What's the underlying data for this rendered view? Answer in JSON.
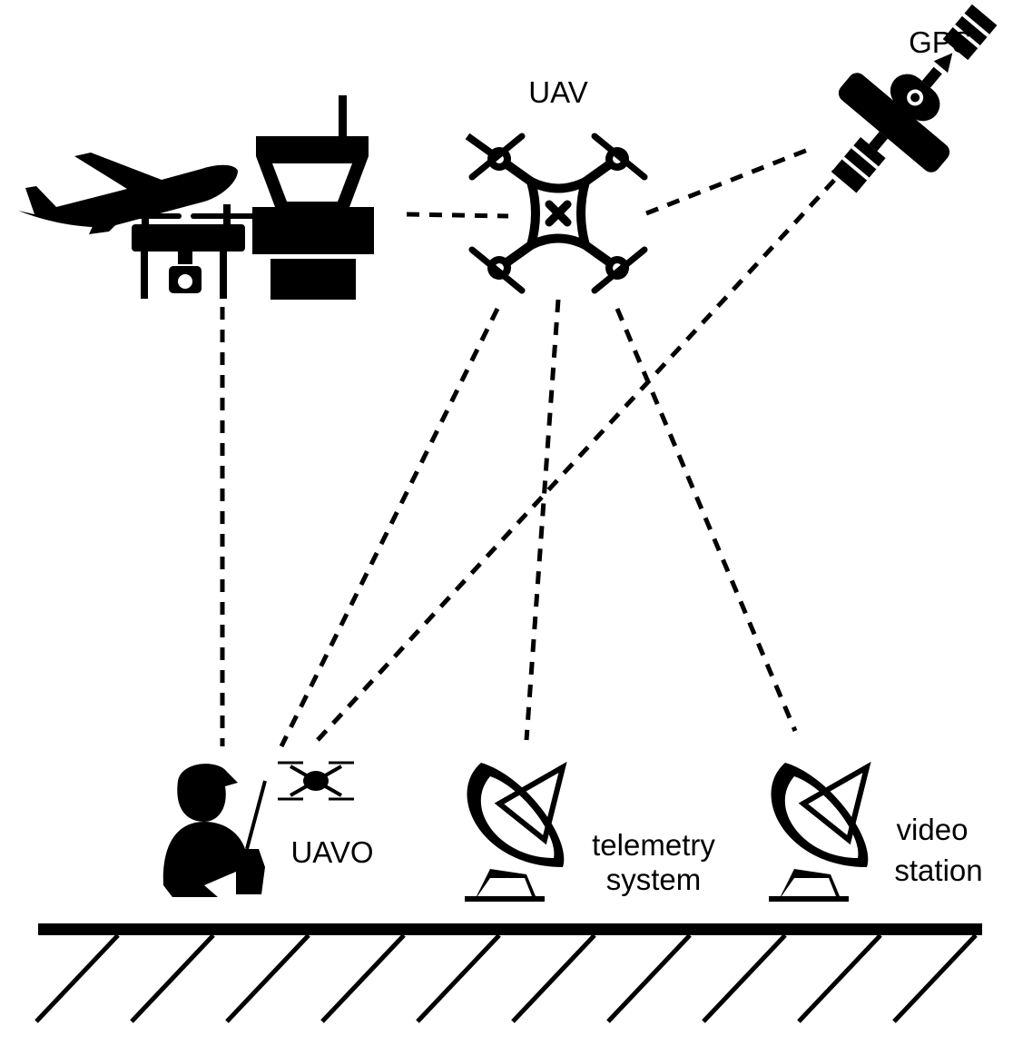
{
  "labels": {
    "uav": "UAV",
    "gps": "GPS",
    "uavo": "UAVO",
    "telemetry_line1": "telemetry",
    "telemetry_line2": "system",
    "video_line1": "video",
    "video_line2": "station"
  },
  "icons": [
    "airplane-icon",
    "camera-drone-icon",
    "control-tower-icon",
    "quadcopter-icon",
    "satellite-icon",
    "operator-icon",
    "mini-drone-icon",
    "dish-antenna-icon"
  ],
  "colors": {
    "ink": "#000000",
    "background": "#ffffff"
  }
}
